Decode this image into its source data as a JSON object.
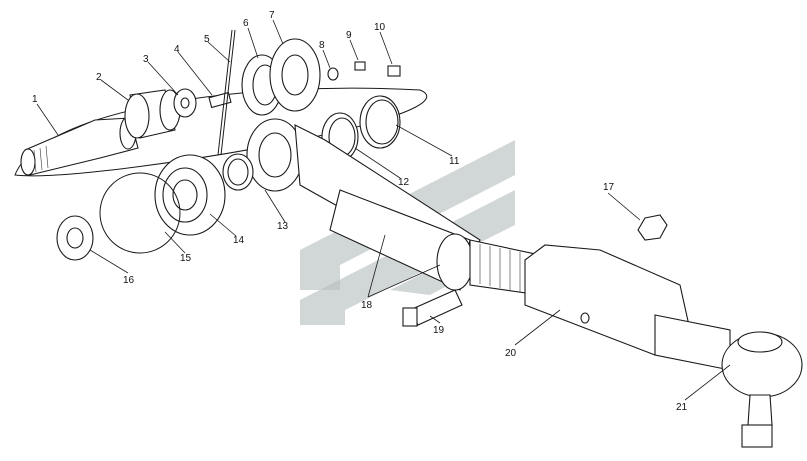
{
  "figure": {
    "callouts": [
      "1",
      "2",
      "3",
      "4",
      "5",
      "6",
      "7",
      "8",
      "9",
      "10",
      "11",
      "12",
      "13",
      "14",
      "15",
      "16",
      "17",
      "18",
      "19",
      "20",
      "21"
    ]
  },
  "watermark": {
    "shape": "stylized double-S emblem",
    "color": "#b8c0c0"
  }
}
